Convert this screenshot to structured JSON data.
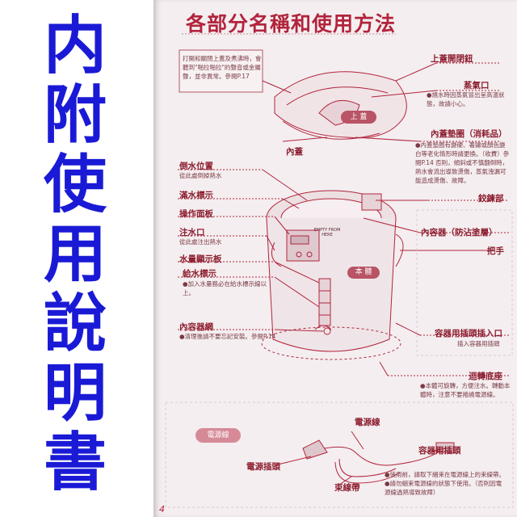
{
  "banner": {
    "chars": [
      "内",
      "附",
      "使",
      "用",
      "說",
      "明",
      "書"
    ],
    "color": "#1a1ad6"
  },
  "manual": {
    "title": "各部分名稱和使用方法",
    "page_number": "4",
    "accent_color": "#b2243c",
    "warning_note": "打開和關閉上蓋及煮沸時，會聽到\"啪拉啪拉\"的聲音或金屬聲，並非異常。參閱P.17",
    "labels": {
      "lid_open_button": "上蓋開閉鈕",
      "steam_vent": "蒸氣口",
      "steam_vent_note": "●燒水時因蒸氣冒出呈高溫狀態，故請小心。",
      "lid_badge": "上 蓋",
      "inner_lid": "內蓋",
      "gasket": "內蓋墊圈（消耗品）",
      "gasket_note": "●內蓋墊圈有變硬、著鏽或顏色變白等老化情形時請更換。（收費）參閱P.14 否則，傾斜或不慎翻倒時，熱水會流出導致燙傷，蒸氣洩漏可能造成燙傷、故障。",
      "pour_position": "倒水位置",
      "pour_position_note": "從此處倒掉熱水",
      "full_mark": "滿水標示",
      "hinge": "鉸鍊部",
      "control_panel": "操作面板",
      "inner_container": "內容器（防沾塗層）",
      "spout": "注水口",
      "spout_note": "從此處注出熱水",
      "handle": "把手",
      "level_display": "水量顯示板",
      "body_badge": "本 體",
      "refill_mark": "給水標示",
      "refill_note": "●加入水量務必在給水標示線以上。",
      "filter": "內容器網",
      "filter_note": "●清理後請不要忘記安裝。參閱P.14",
      "plug_socket": "容器用插頭插入口",
      "plug_socket_note": "插入容器用插頭",
      "swivel_base": "迴轉底座",
      "swivel_note": "●本體可旋轉，方便注水。轉動本體時，注意不要捲繞電源線。",
      "cord_badge": "電源線",
      "power_cord": "電源線",
      "appliance_plug": "容器用插頭",
      "power_plug": "電源插頭",
      "cord_tie": "束線帶",
      "cord_tie_note": "●使用前，請取下綑束在電源線上的束線帶。●請勿綑束電源線的狀態下使用。（否則因電源線過熱導致故障）",
      "pot_empty_label": "EMPTY FROM HERE"
    }
  }
}
